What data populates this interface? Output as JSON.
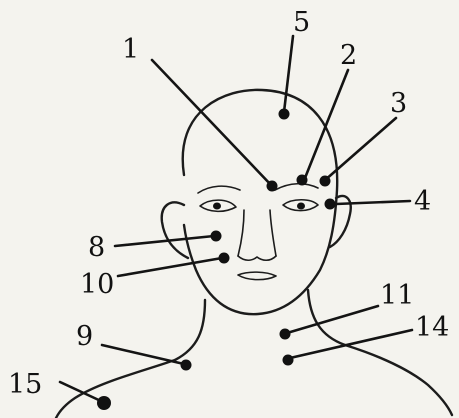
{
  "points": [
    {
      "id": "p1",
      "label": "1"
    },
    {
      "id": "p2",
      "label": "2"
    },
    {
      "id": "p3",
      "label": "3"
    },
    {
      "id": "p4",
      "label": "4"
    },
    {
      "id": "p5",
      "label": "5"
    },
    {
      "id": "p8",
      "label": "8"
    },
    {
      "id": "p9",
      "label": "9"
    },
    {
      "id": "p10",
      "label": "10"
    },
    {
      "id": "p11",
      "label": "11"
    },
    {
      "id": "p14",
      "label": "14"
    },
    {
      "id": "p15",
      "label": "15"
    }
  ],
  "colors": {
    "paper": "#f4f3ee",
    "ink": "#111111"
  }
}
